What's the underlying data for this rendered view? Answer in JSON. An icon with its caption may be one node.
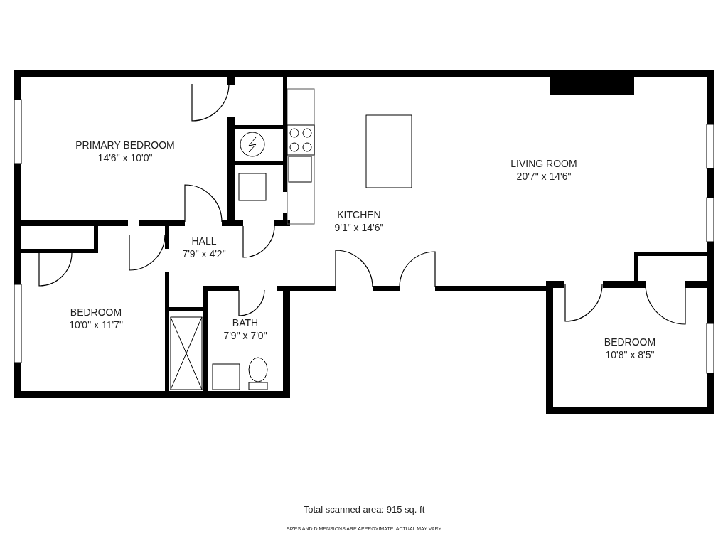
{
  "diagram": {
    "nodes": [
      {
        "text": [
          "PRIMARY BEDROOM",
          "14'6\" x 10'0\""
        ]
      },
      {
        "text": [
          "LIVING ROOM",
          "20'7\" x 14'6\""
        ]
      },
      {
        "text": [
          "KITCHEN",
          "9'1\" x 14'6\""
        ]
      },
      {
        "text": [
          "HALL",
          "7'9\" x 4'2\""
        ]
      },
      {
        "text": [
          "BEDROOM",
          "10'0\" x 11'7\""
        ]
      },
      {
        "text": [
          "BATH",
          "7'9\" x 7'0\""
        ]
      },
      {
        "text": [
          "BEDROOM",
          "10'8\" x 8'5\""
        ]
      }
    ],
    "labels": [
      "Total scanned area: 915 sq. ft",
      "SIZES AND DIMENSIONS ARE APPROXIMATE. ACTUAL MAY VARY"
    ]
  }
}
